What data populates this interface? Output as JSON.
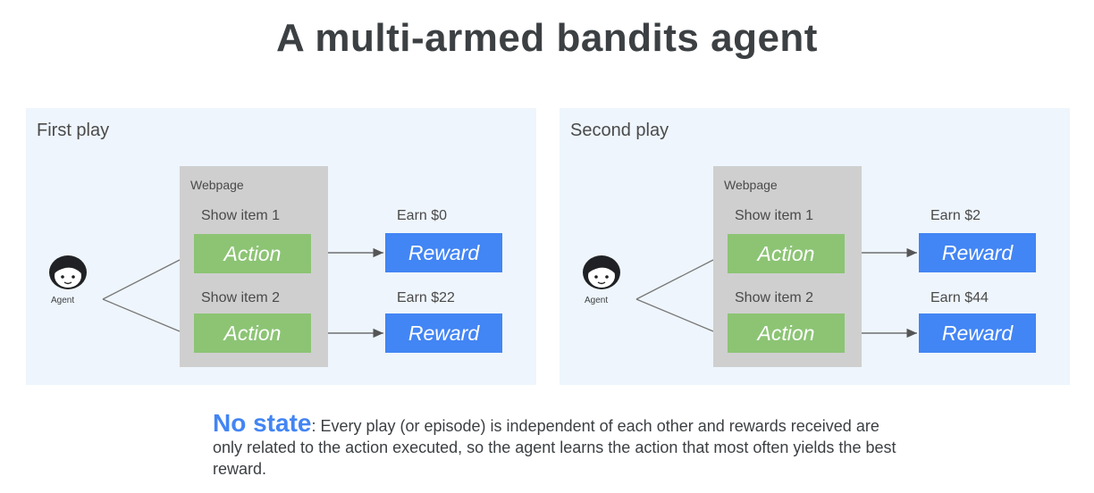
{
  "title": "A multi-armed bandits agent",
  "panels": [
    {
      "label": "First play",
      "agent_label": "Agent",
      "webpage_label": "Webpage",
      "items": [
        {
          "show": "Show item 1",
          "action": "Action",
          "earn": "Earn $0",
          "reward": "Reward"
        },
        {
          "show": "Show item 2",
          "action": "Action",
          "earn": "Earn $22",
          "reward": "Reward"
        }
      ]
    },
    {
      "label": "Second play",
      "agent_label": "Agent",
      "webpage_label": "Webpage",
      "items": [
        {
          "show": "Show item 1",
          "action": "Action",
          "earn": "Earn $2",
          "reward": "Reward"
        },
        {
          "show": "Show item 2",
          "action": "Action",
          "earn": "Earn $44",
          "reward": "Reward"
        }
      ]
    }
  ],
  "caption": {
    "emphasis": "No state",
    "text": ": Every play (or episode) is independent of each other and rewards received are only related to the action executed, so the agent learns the action that most often yields the best reward."
  },
  "colors": {
    "action": "#8cc474",
    "reward": "#4285f4",
    "webpage": "#cfcfcf",
    "panel_bg": "#eef5fc",
    "emphasis": "#4285f4"
  },
  "icons": {
    "agent": "person-face-icon"
  }
}
